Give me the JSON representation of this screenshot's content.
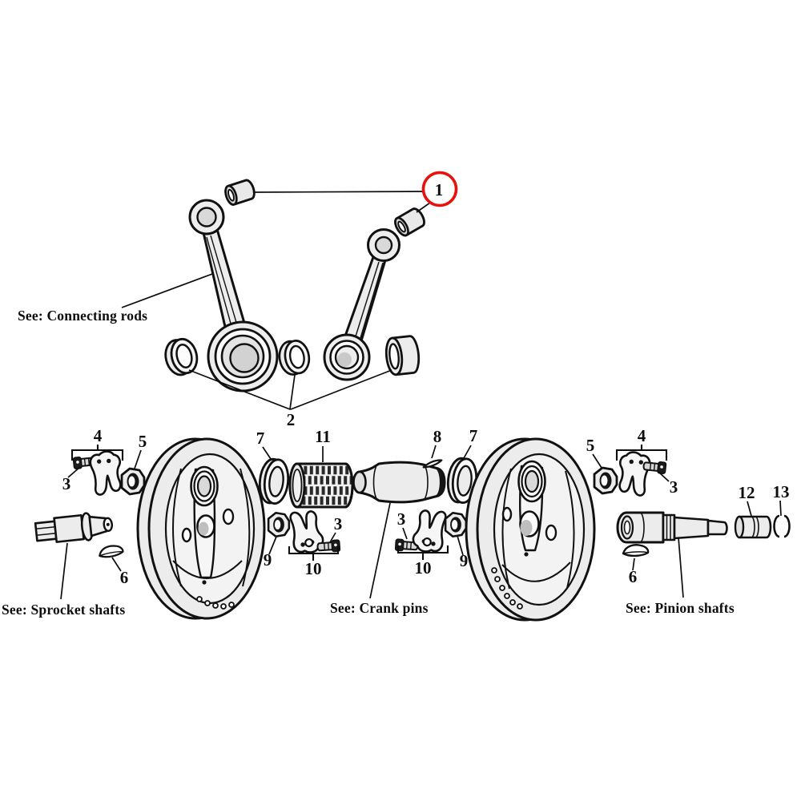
{
  "diagram": {
    "background_color": "#ffffff",
    "line_color": "#0d0d0d",
    "part_fill_color": "#ececec",
    "highlight_circle_color": "#e8120c"
  },
  "callouts": {
    "1": "1",
    "2": "2",
    "3": "3",
    "4": "4",
    "5": "5",
    "6": "6",
    "7": "7",
    "8": "8",
    "9": "9",
    "10": "10",
    "11": "11",
    "12": "12",
    "13": "13"
  },
  "see_labels": {
    "connecting_rods": "See: Connecting rods",
    "sprocket_shafts": "See: Sprocket shafts",
    "crank_pins": "See: Crank pins",
    "pinion_shafts": "See: Pinion shafts"
  }
}
